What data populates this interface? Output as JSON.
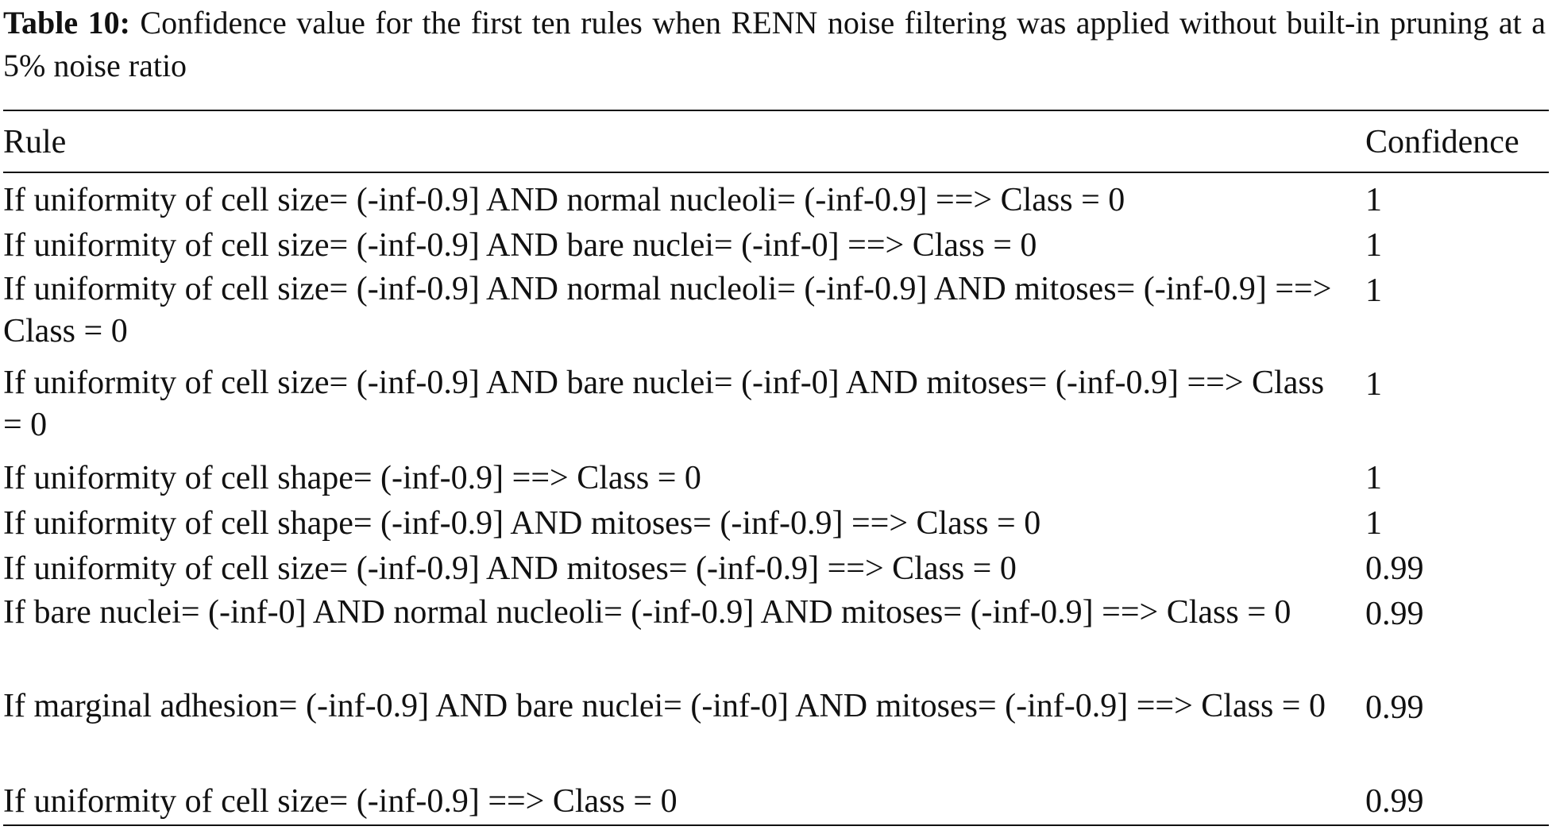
{
  "caption": {
    "label": "Table 10:",
    "text": "Confidence value for the first ten rules when RENN noise filtering was applied without built-in pruning at a 5% noise ratio"
  },
  "table": {
    "headers": [
      "Rule",
      "Confidence"
    ],
    "rows": [
      {
        "rule": "If uniformity of cell size= (-inf-0.9] AND normal nucleoli= (-inf-0.9] ==> Class = 0",
        "confidence": "1"
      },
      {
        "rule": "If uniformity of cell size= (-inf-0.9] AND bare nuclei= (-inf-0] ==> Class = 0",
        "confidence": "1"
      },
      {
        "rule": "If uniformity of cell size= (-inf-0.9] AND normal nucleoli= (-inf-0.9] AND mitoses= (-inf-0.9] ==> Class = 0",
        "confidence": "1"
      },
      {
        "rule": "If uniformity of cell size= (-inf-0.9] AND bare nuclei= (-inf-0] AND mitoses= (-inf-0.9] ==> Class = 0",
        "confidence": "1"
      },
      {
        "rule": "If uniformity of cell shape= (-inf-0.9] ==> Class = 0",
        "confidence": "1"
      },
      {
        "rule": "If uniformity of cell shape= (-inf-0.9] AND mitoses= (-inf-0.9] ==> Class = 0",
        "confidence": "1"
      },
      {
        "rule": "If uniformity of cell size= (-inf-0.9] AND mitoses= (-inf-0.9] ==> Class = 0",
        "confidence": "0.99"
      },
      {
        "rule": "If bare nuclei= (-inf-0] AND normal nucleoli= (-inf-0.9] AND mitoses= (-inf-0.9] ==> Class = 0",
        "confidence": "0.99"
      },
      {
        "rule": "If marginal adhesion= (-inf-0.9] AND bare nuclei= (-inf-0] AND mitoses= (-inf-0.9] ==> Class = 0",
        "confidence": "0.99"
      },
      {
        "rule": "If uniformity of cell size= (-inf-0.9] ==> Class = 0",
        "confidence": "0.99"
      }
    ]
  }
}
